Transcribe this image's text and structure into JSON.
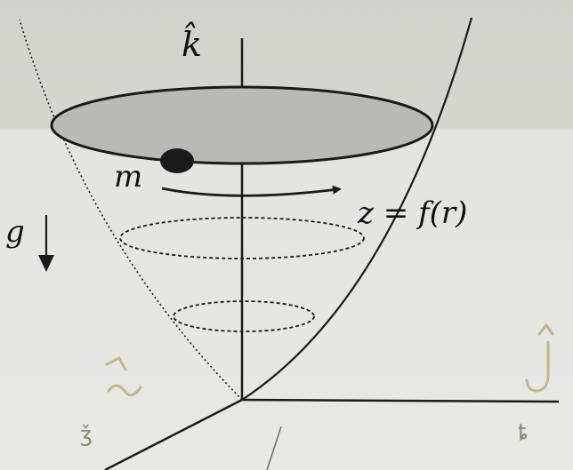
{
  "labels": {
    "k_axis": "k̂",
    "mass": "m",
    "gravity": "g",
    "surface_eq": "z = f(r)"
  },
  "handwritten": {
    "j_hat": "ĵ",
    "i_hat_mark": "ĩ"
  },
  "colors": {
    "paper_top": "#d4d4cf",
    "paper_bottom": "#e6e6e3",
    "ink": "#1a1a1a",
    "disk_fill": "#b9b9b6",
    "handwriting": "#c9b48a"
  }
}
